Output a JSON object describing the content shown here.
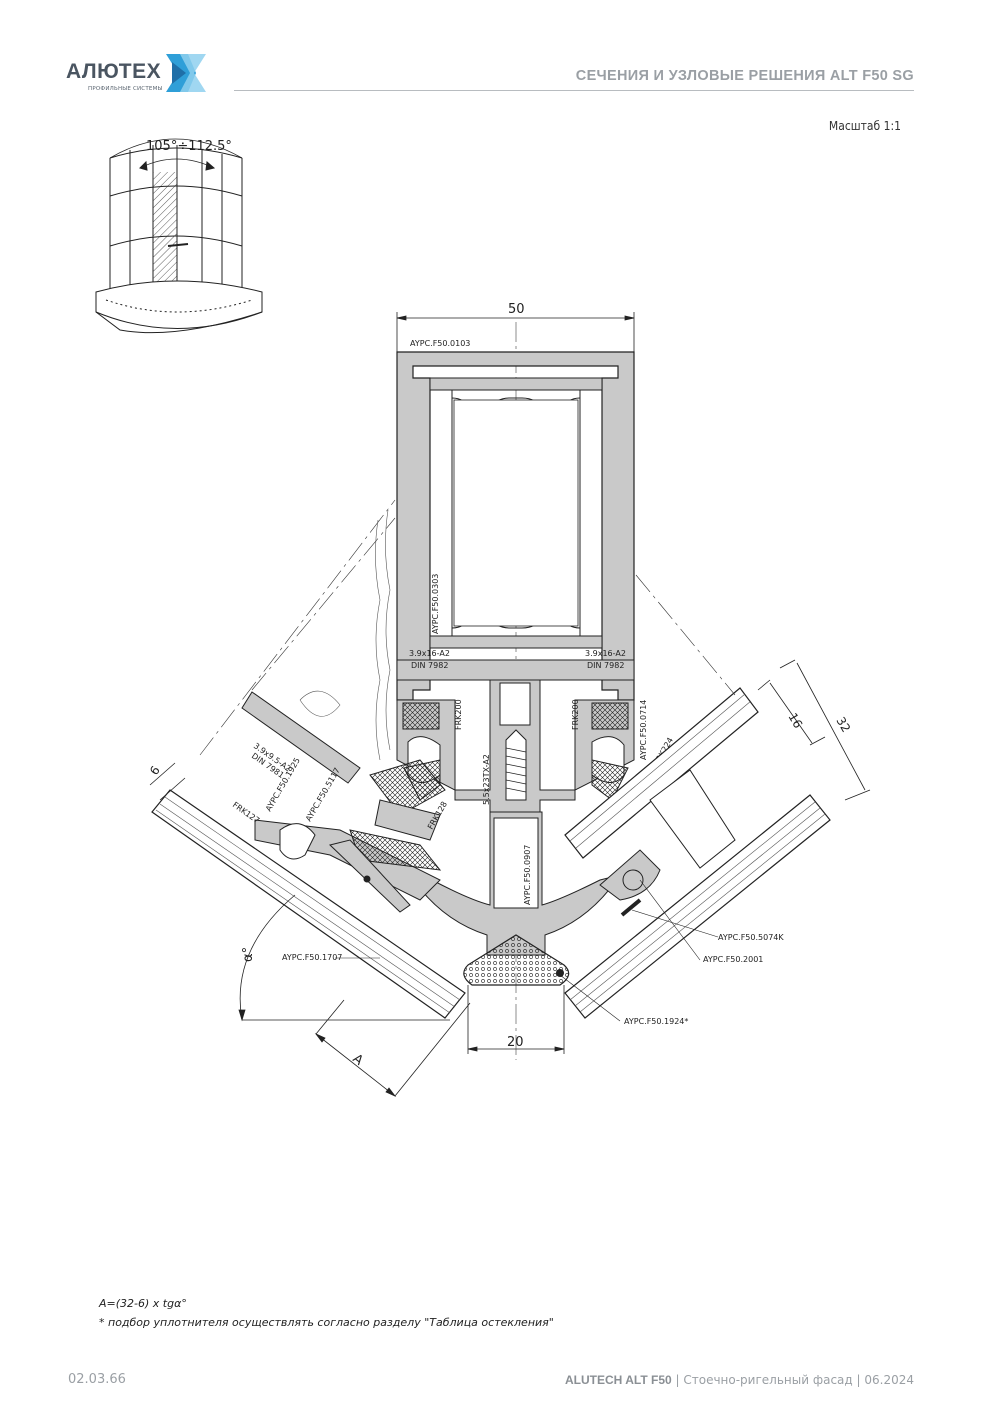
{
  "header": {
    "logo_text": "АЛЮТЕХ",
    "logo_subtitle": "ПРОФИЛЬНЫЕ СИСТЕМЫ",
    "title": "СЕЧЕНИЯ И УЗЛОВЫЕ РЕШЕНИЯ ALT F50 SG",
    "brand_color": "#2f9fd8"
  },
  "scale": "Масштаб 1:1",
  "drawing": {
    "angle_range": "105°÷112.5°",
    "dim_top": "50",
    "dim_bottom": "20",
    "dim_16": "16",
    "dim_32": "32",
    "dim_6": "6",
    "dim_A": "A",
    "dim_alpha": "α°",
    "labels": {
      "mullion_top": "AYPC.F50.0103",
      "mullion_inner": "AYPC.F50.0303",
      "screw_left": "3.9x16-A2",
      "din_left": "DIN 7982",
      "screw_right": "3.9x16-A2",
      "din_right": "DIN 7982",
      "frk200_left": "FRK200",
      "frk200_right": "FRK200",
      "screw_center": "5.5x23TX-A2",
      "center_profile": "AYPC.F50.0907",
      "right_profile": "AYPC.F50.0714",
      "frk224": "FRK224",
      "screw_left2": "3.9x9.5-A2",
      "din_left2": "DIN 7981",
      "left_profile1": "AYPC.F50.1925",
      "left_profile2": "AYPC.F50.5117",
      "frk128": "FRK128",
      "frk127": "FRK127",
      "left_bottom": "AYPC.F50.1707",
      "right_1": "AYPC.F50.5074K",
      "right_2": "AYPC.F50.2001",
      "bottom_seal": "AYPC.F50.1924*"
    }
  },
  "notes": {
    "formula": "A=(32-6) x tgα°",
    "remark": "* подбор уплотнителя осуществлять согласно разделу \"Таблица остекления\""
  },
  "footer": {
    "page_code": "02.03.66",
    "brand": "ALUTECH ALT F50",
    "description": " | Стоечно-ригельный фасад | 06.2024"
  }
}
